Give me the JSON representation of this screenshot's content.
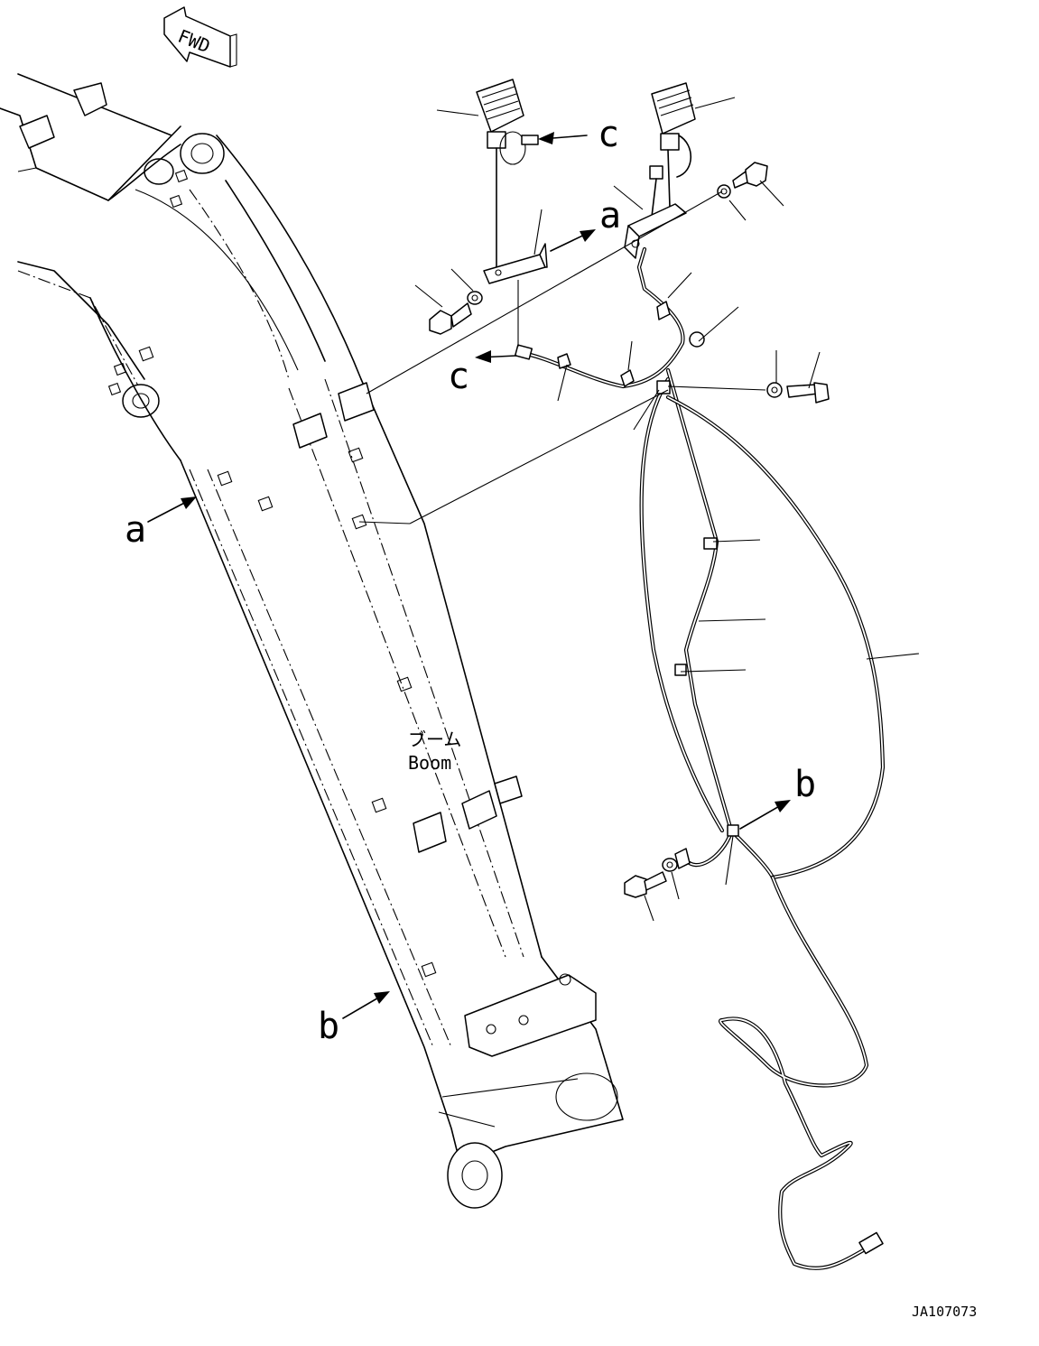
{
  "fwd_label": "FWD",
  "boom_label_jp": "ブーム",
  "boom_label_en": "Boom",
  "callout_a": "a",
  "callout_b": "b",
  "callout_c": "c",
  "drawing_code": "JA107073"
}
